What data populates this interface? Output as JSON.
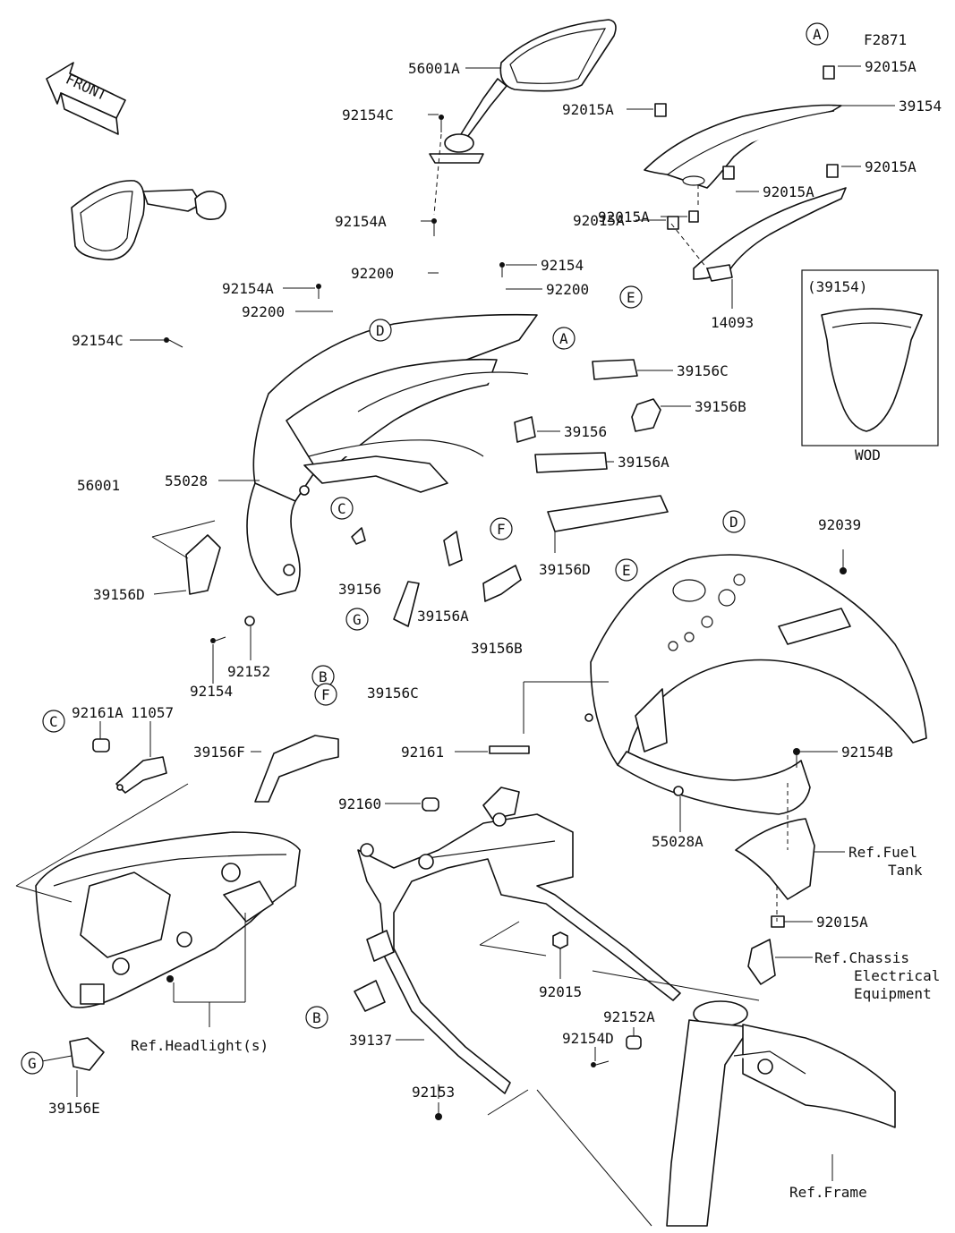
{
  "figure_code": "F2871",
  "front_label": "FRONT",
  "inset": {
    "title": "(39154)",
    "note": "WOD"
  },
  "callouts": [
    "A",
    "A",
    "B",
    "B",
    "C",
    "C",
    "D",
    "D",
    "E",
    "E",
    "F",
    "F",
    "G",
    "G"
  ],
  "labels": {
    "p56001A": "56001A",
    "p92154C_top": "92154C",
    "p92154A_mid": "92154A",
    "p92200_mid": "92200",
    "p92154A_left": "92154A",
    "p92200_left": "92200",
    "p92154C_left": "92154C",
    "p56001": "56001",
    "p92154_mid": "92154",
    "p92200_right": "92200",
    "p92015A_top": "92015A",
    "p39154": "39154",
    "p92015A_l1": "92015A",
    "p92015A_r1": "92015A",
    "p92015A_r2": "92015A",
    "p92015A_l2": "92015A",
    "p92015A_l3": "92015A",
    "p14093": "14093",
    "p39156C": "39156C",
    "p39156B": "39156B",
    "p39156": "39156",
    "p39156A": "39156A",
    "p55028": "55028",
    "p39156D_right": "39156D",
    "p39156D_left": "39156D",
    "p39156_low": "39156",
    "p39156A_low": "39156A",
    "p39156B_low": "39156B",
    "p39156C_low": "39156C",
    "p92152": "92152",
    "p92154_low": "92154",
    "p92039": "92039",
    "p92161A": "92161A",
    "p11057": "11057",
    "p39156F": "39156F",
    "p92161": "92161",
    "p92154B": "92154B",
    "p92160": "92160",
    "p55028A": "55028A",
    "ref_fuel_1": "Ref.Fuel",
    "ref_fuel_2": "Tank",
    "p92015A_low": "92015A",
    "ref_chassis_1": "Ref.Chassis",
    "ref_chassis_2": "Electrical",
    "ref_chassis_3": "Equipment",
    "p92015": "92015",
    "p92152A": "92152A",
    "p92154D": "92154D",
    "ref_headlight": "Ref.Headlight(s)",
    "p39137": "39137",
    "p92153": "92153",
    "p39156E": "39156E",
    "ref_frame": "Ref.Frame"
  }
}
